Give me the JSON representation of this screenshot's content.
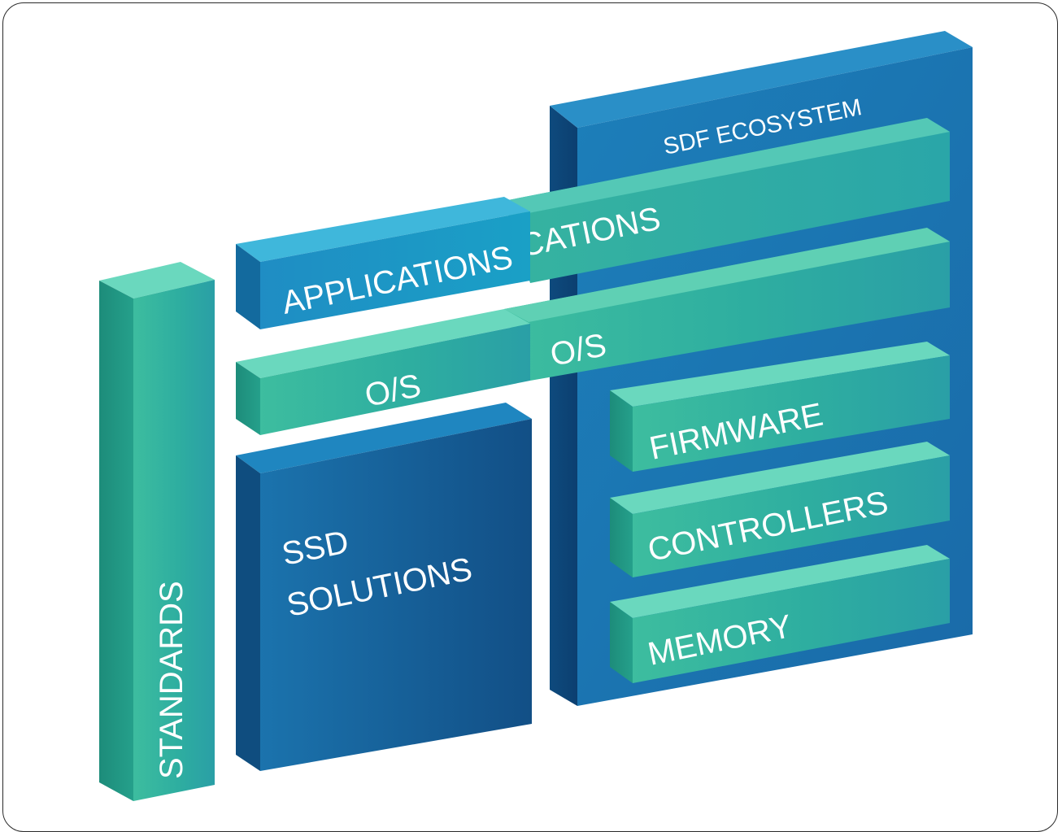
{
  "diagram": {
    "title": "SDF ECOSYSTEM",
    "standards": "STANDARDS",
    "ssd_line1": "SSD",
    "ssd_line2": "SOLUTIONS",
    "applications_left": "APPLICATIONS",
    "applications_right": "ICATIONS",
    "os_left": "O/S",
    "os_right": "O/S",
    "firmware": "FIRMWARE",
    "controllers": "CONTROLLERS",
    "memory": "MEMORY"
  },
  "colors": {
    "teal": "#33b59a",
    "blue": "#1d84bd",
    "navy": "#0d4f85",
    "white": "#ffffff"
  }
}
